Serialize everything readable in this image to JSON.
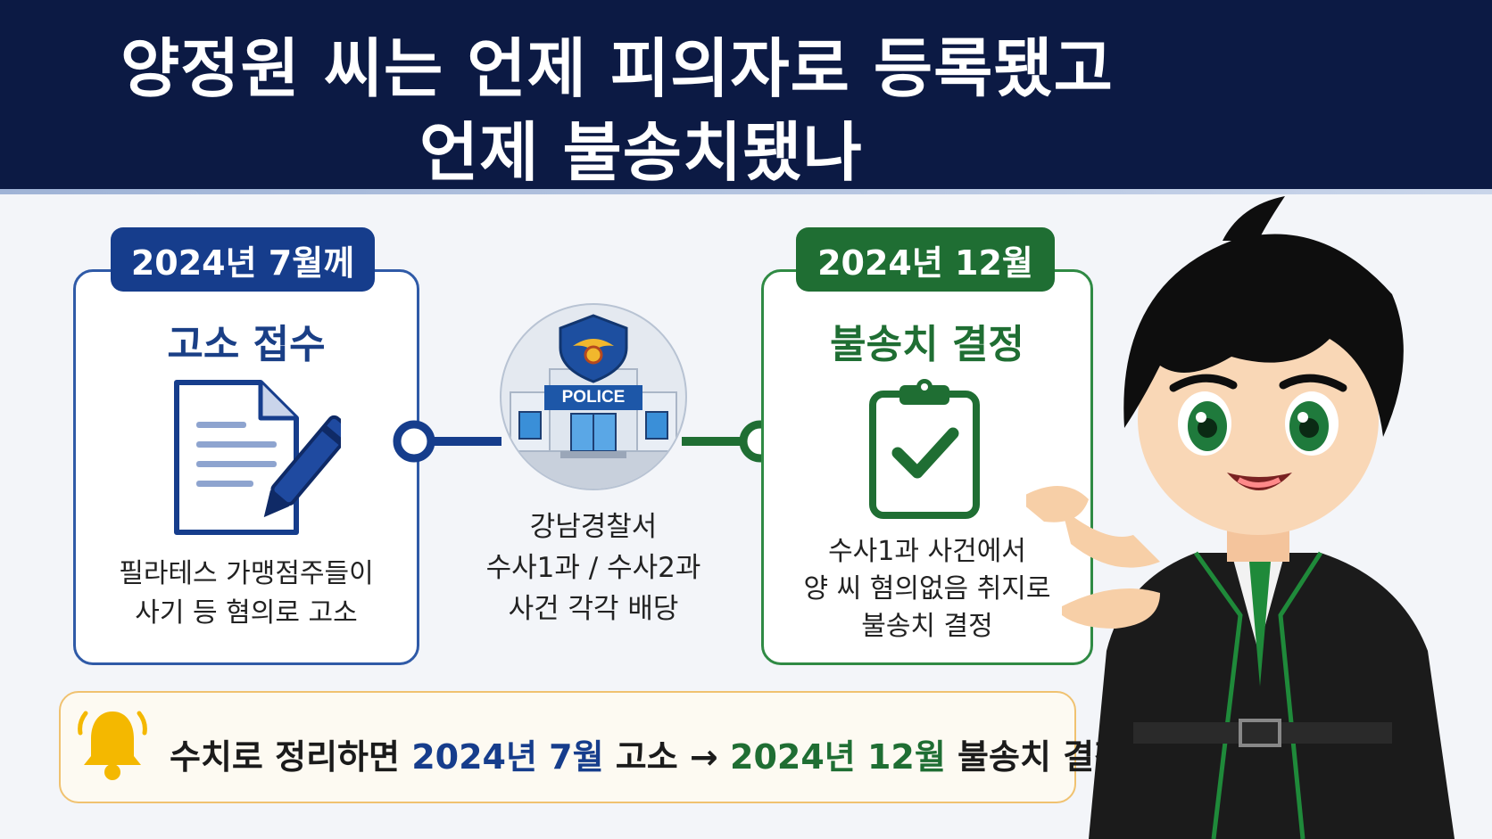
{
  "title": {
    "line1": "양정원 씨는 언제 피의자로 등록됐고",
    "line2": "언제 불송치됐나"
  },
  "left_card": {
    "date": "2024년 7월께",
    "heading": "고소 접수",
    "desc_line1": "필라테스 가맹점주들이",
    "desc_line2": "사기 등 혐의로 고소",
    "icon": "document-pen-icon"
  },
  "middle": {
    "badge_text": "POLICE",
    "line1": "강남경찰서",
    "line2": "수사1과 / 수사2과",
    "line3": "사건 각각 배당",
    "icon": "police-station-icon"
  },
  "right_card": {
    "date": "2024년 12월",
    "heading": "불송치 결정",
    "desc_line1": "수사1과 사건에서",
    "desc_line2": "양 씨 혐의없음 취지로",
    "desc_line3": "불송치 결정",
    "icon": "clipboard-check-icon"
  },
  "summary": {
    "prefix": "수치로 정리하면 ",
    "date1": "2024년 7월",
    "mid": " 고소 → ",
    "date2": "2024년 12월",
    "suffix": " 불송치 결정",
    "icon": "bell-icon"
  },
  "colors": {
    "header": "#0c1a44",
    "blue": "#163d8c",
    "green": "#1f6e33",
    "summary_border": "#f0c270"
  }
}
